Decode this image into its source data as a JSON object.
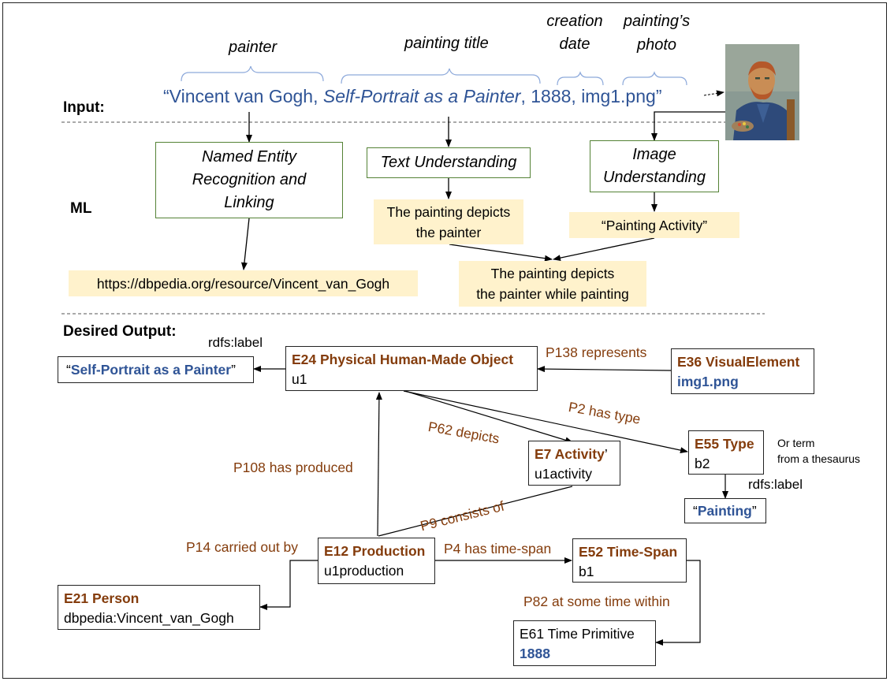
{
  "labels": {
    "painter": "painter",
    "painting_title": "painting title",
    "creation_date_1": "creation",
    "creation_date_2": "date",
    "paintings_photo_1": "painting’s",
    "paintings_photo_2": "photo"
  },
  "input": {
    "section_label": "Input:",
    "open_quote": "“",
    "painter": "Vincent van Gogh",
    "sep1": ", ",
    "title": "Self-Portrait as a Painter",
    "sep2": ", ",
    "date": "1888",
    "sep3": ", ",
    "image": "img1.png",
    "close_quote": "”"
  },
  "ml": {
    "section_label": "ML",
    "ner_line1": "Named Entity",
    "ner_line2": "Recognition and",
    "ner_line3": "Linking",
    "text_understanding": "Text Understanding",
    "image_understanding_1": "Image",
    "image_understanding_2": "Understanding",
    "text_result_1": "The painting depicts",
    "text_result_2": "the painter",
    "image_result": "“Painting Activity”",
    "combined_1": "The painting depicts",
    "combined_2": "the painter while painting",
    "dbpedia_uri": "https://dbpedia.org/resource/Vincent_van_Gogh"
  },
  "output": {
    "section_label": "Desired Output:",
    "nodes": {
      "e24": {
        "cls": "E24 Physical Human-Made Object",
        "inst": "u1"
      },
      "e36": {
        "cls": "E36 VisualElement",
        "inst": "img1.png"
      },
      "e7": {
        "cls": "E7 Activity",
        "cls_suffix": "’",
        "inst": "u1activity"
      },
      "e55": {
        "cls": "E55 Type",
        "inst": "b2"
      },
      "e12": {
        "cls": "E12 Production",
        "inst": "u1production"
      },
      "e52": {
        "cls": "E52 Time-Span",
        "inst": "b1"
      },
      "e21": {
        "cls": "E21 Person",
        "inst": "dbpedia:Vincent_van_Gogh"
      },
      "e61": {
        "cls": "E61 Time Primitive",
        "inst": "1888"
      }
    },
    "literals": {
      "title": {
        "open": "“",
        "text": "Self-Portrait as a Painter",
        "close": "”"
      },
      "painting": {
        "open": "“",
        "text": "Painting",
        "close": "”"
      }
    },
    "properties": {
      "rdfs_label_1": "rdfs:label",
      "rdfs_label_2": "rdfs:label",
      "p138": "P138 represents",
      "p2": "P2 has type",
      "p62": "P62 depicts",
      "p108": "P108 has produced",
      "p9": "P9 consists of",
      "p14": "P14 carried out by",
      "p4": "P4 has time-span",
      "p82": "P82 at some time within"
    },
    "or_term_1": "Or term",
    "or_term_2": "from a thesaurus"
  },
  "colors": {
    "class_brown": "#843c0c",
    "value_blue": "#2f5496",
    "ml_green_border": "#548235",
    "highlight_yellow": "#fff2cc"
  },
  "icons": {
    "painting_photo": "van-gogh-self-portrait-thumbnail"
  }
}
